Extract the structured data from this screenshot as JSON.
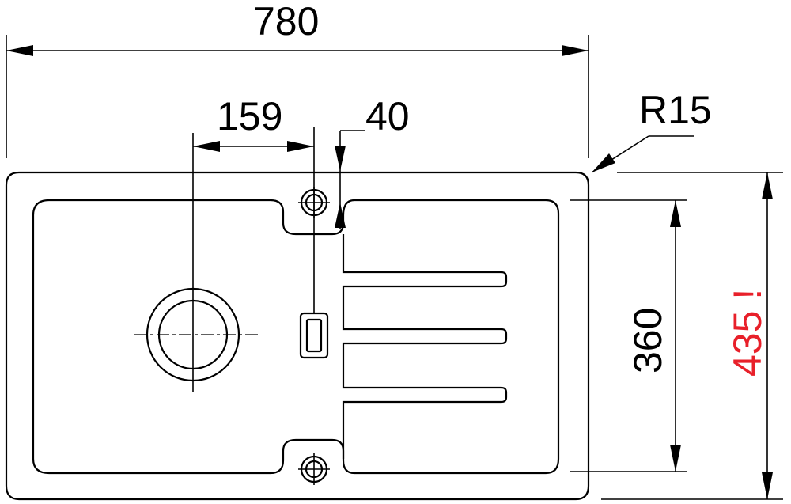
{
  "dimensions": {
    "overall_width": "780",
    "bowl_center_offset": "159",
    "gap": "40",
    "corner_radius": "R15",
    "bowl_depth": "360",
    "overall_depth": "435 !"
  },
  "colors": {
    "line": "#000000",
    "warning_dimension": "#e8202a",
    "background": "#ffffff"
  }
}
